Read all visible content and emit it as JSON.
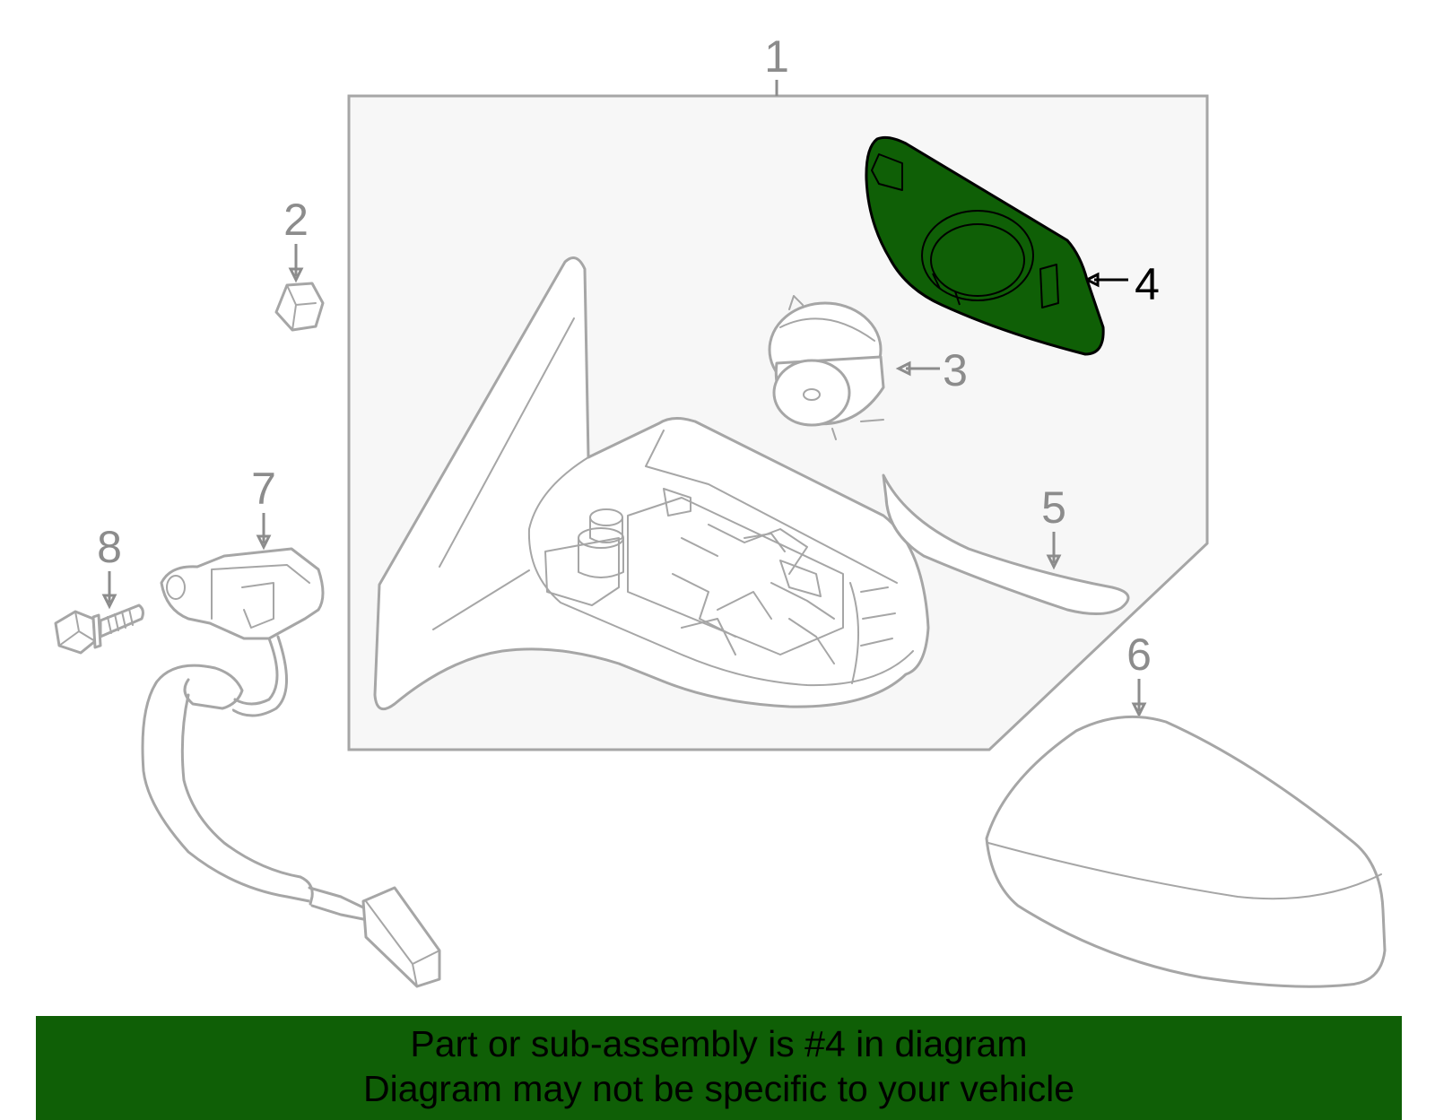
{
  "colors": {
    "highlight": "#0f5f06",
    "banner": "#0f5f06",
    "assembly_box": "#f7f7f7",
    "line": "#a6a6a6",
    "callout_text": "#8c8c8c"
  },
  "callouts": [
    {
      "id": "1",
      "label": "1"
    },
    {
      "id": "2",
      "label": "2"
    },
    {
      "id": "3",
      "label": "3"
    },
    {
      "id": "4",
      "label": "4",
      "highlighted": true
    },
    {
      "id": "5",
      "label": "5"
    },
    {
      "id": "6",
      "label": "6"
    },
    {
      "id": "7",
      "label": "7"
    },
    {
      "id": "8",
      "label": "8"
    }
  ],
  "banner": {
    "line1": "Part or sub-assembly is #4 in diagram",
    "line2": "Diagram may not be specific to your vehicle"
  }
}
